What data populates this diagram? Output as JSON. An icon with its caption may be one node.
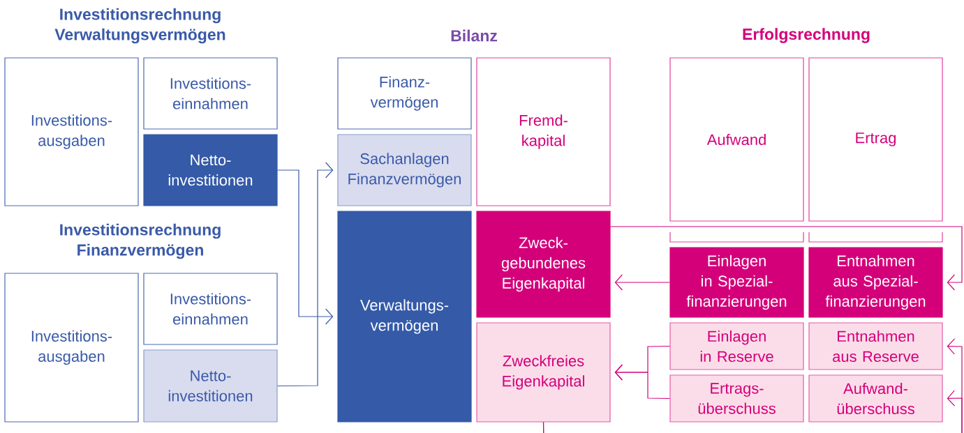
{
  "diagram": {
    "nodes": [
      {
        "text": [
          "Investitions- ausgaben"
        ]
      },
      {
        "text": [
          "Investitions- einnahmen"
        ]
      },
      {
        "text": [
          "Netto- investitionen"
        ]
      },
      {
        "text": [
          "Investitions- ausgaben"
        ]
      },
      {
        "text": [
          "Investitions- einnahmen"
        ]
      },
      {
        "text": [
          "Netto- investitionen"
        ]
      },
      {
        "text": [
          "Finanz- vermögen"
        ]
      },
      {
        "text": [
          "Sachanlagen Finanzvermögen"
        ]
      },
      {
        "text": [
          "Verwaltungs- vermögen"
        ]
      },
      {
        "text": [
          "Fremd- kapital"
        ]
      },
      {
        "text": [
          "Zweck- gebundenes Eigenkapital"
        ]
      },
      {
        "text": [
          "Zweckfreies Eigenkapital"
        ]
      },
      {
        "text": [
          "Aufwand"
        ]
      },
      {
        "text": [
          "Ertrag"
        ]
      },
      {
        "text": [
          "Einlagen in Spezial- finanzierungen"
        ]
      },
      {
        "text": [
          "Entnahmen aus Spezial- finanzierungen"
        ]
      },
      {
        "text": [
          "Einlagen in Reserve"
        ]
      },
      {
        "text": [
          "Entnahmen aus Reserve"
        ]
      },
      {
        "text": [
          "Ertrags- überschuss"
        ]
      },
      {
        "text": [
          "Aufwand- überschuss"
        ]
      }
    ],
    "edges": [
      {
        "from": 2,
        "to": 8,
        "arrow": "to",
        "color": "#3a5aa8"
      },
      {
        "from": 5,
        "to": 7,
        "arrow": "to",
        "color": "#3a5aa8"
      },
      {
        "from": 14,
        "to": 10,
        "arrow": "to"
      },
      {
        "from": 10,
        "to": 15,
        "arrow": "to"
      },
      {
        "from": 16,
        "to": 11,
        "arrow": "to"
      },
      {
        "from": 18,
        "to": 11,
        "arrow": "to"
      },
      {
        "from": 11,
        "to": 17,
        "arrow": "to"
      },
      {
        "from": 11,
        "to": 19,
        "arrow": "to"
      }
    ],
    "labels": [
      "Investitionsrechnung Verwaltungsvermögen",
      "Bilanz",
      "Erfolgsrechnung",
      "Investitionsrechnung Finanzvermögen"
    ]
  }
}
